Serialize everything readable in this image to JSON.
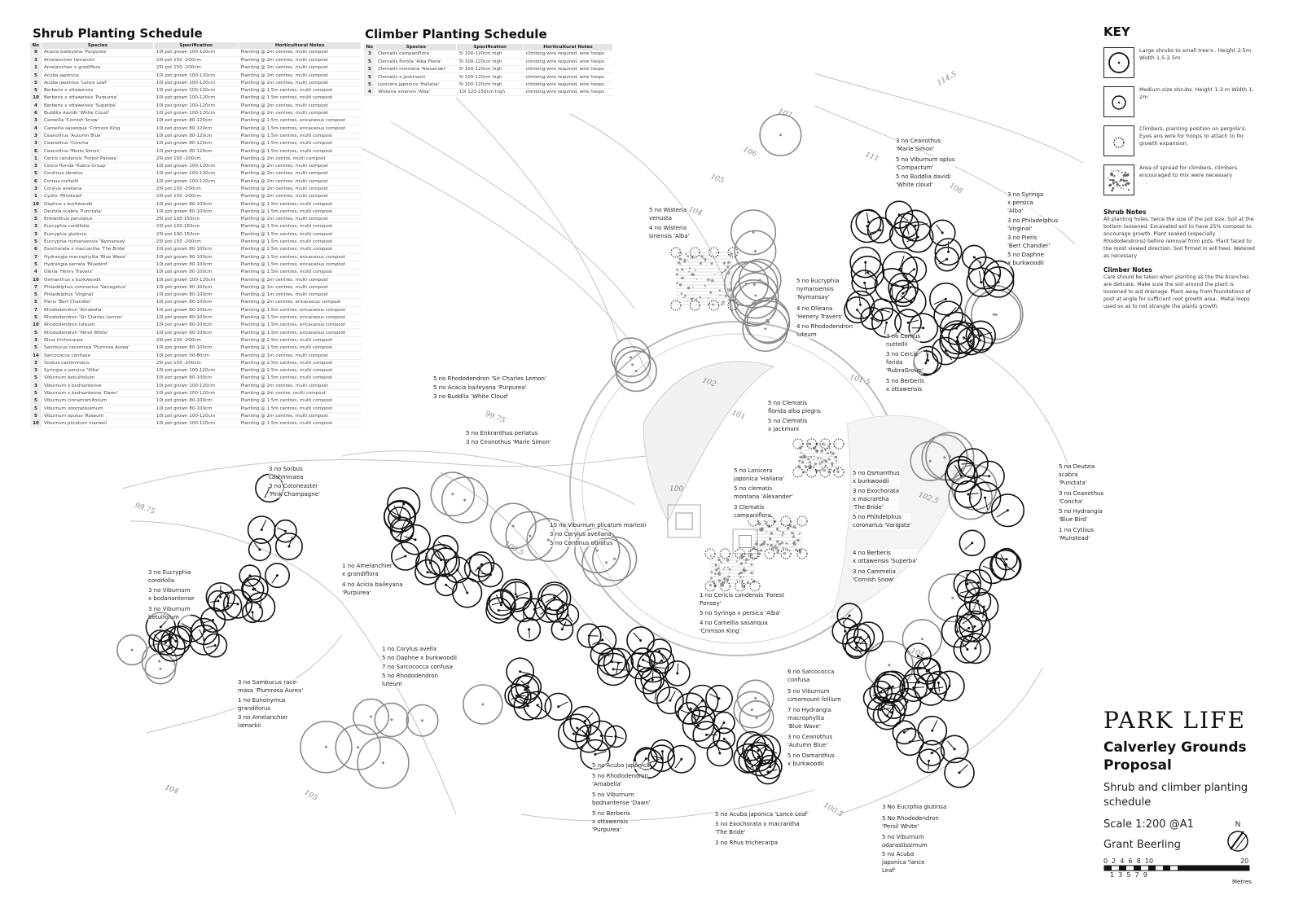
{
  "shrub_schedule": {
    "title": "Shrub  Planting Schedule",
    "columns": [
      "No",
      "Species",
      "Specification",
      "Horticultural Notes"
    ],
    "rows": [
      [
        "9",
        "Acacia baileyana 'Purpurea'",
        "10l pot grown 100-120cm",
        "Planting @ 2m centres, multi compost"
      ],
      [
        "3",
        "Amelanchier lamarckii",
        "25l pot 150 -200cm",
        "Planting @ 2m centres, multi compost"
      ],
      [
        "1",
        "Amelanchier x gradiflora",
        "25l pot 150 -200cm",
        "Planting @ 2m centres, multi compost"
      ],
      [
        "5",
        "Acuba japonica",
        "10l pot grown 100-120cm",
        "Planting @ 2m centres, multi compost"
      ],
      [
        "5",
        "Acuba japonica 'Lance Leaf'",
        "10l pot grown 100-120cm",
        "Planting @ 2m centres, multi compost"
      ],
      [
        "5",
        "Berberis x ottawensis",
        "10l pot grown 100-120cm",
        "Planting @ 1.5m centres, multi compost"
      ],
      [
        "10",
        "Berberis x ottawensis 'Purpurea'",
        "10l pot grown 100-120cm",
        "Planting @ 1.5m centres, multi compost"
      ],
      [
        "4",
        "Berberis x ottawensis 'Superba'",
        "10l pot grown 100-120cm",
        "Planting @ 2m centres, multi compost"
      ],
      [
        "6",
        "Buddlia davidii 'White Cloud'",
        "10l pot grown 100-120cm",
        "Planting @ 2m centres, multi compost"
      ],
      [
        "3",
        "Camellia 'Cornish Snow'",
        "10l pot grown 80-120cm",
        "Planting @ 1.5m centres, ericaceous compost"
      ],
      [
        "4",
        "Camellia sasanqua 'Crimson King",
        "10l pot grown 80-120cm",
        "Planting @ 1.5m centres, ericaceous compost"
      ],
      [
        "3",
        "Ceanothus 'Autumn Blue'",
        "10l pot grown 80-120cm",
        "Planting @ 1.5m centres, multi compost"
      ],
      [
        "3",
        "Ceanothus 'Concha",
        "10l pot grown 80-120cm",
        "Planting @ 1.5m centres, multi compost"
      ],
      [
        "6",
        "Ceanothus 'Marie Simon'",
        "10l pot grown 80-120cm",
        "Planting @ 1.5m centres, multi compost"
      ],
      [
        "1",
        "Cercis candensis 'Forest Pansey'",
        "25l pot 150 -200cm",
        "Planting @ 2m centre, multi compost"
      ],
      [
        "3",
        "Cercis florida 'Rubra Group'",
        "10l pot grown 100-120cm",
        "Planting @ 2m centres, multi compost"
      ],
      [
        "5",
        "Continus obratus",
        "10l pot grown 100-120cm",
        "Planting @ 2m centres, multi compost"
      ],
      [
        "6",
        "Cornus nuttellii",
        "10l pot grown 100-120cm",
        "Planting @ 2m centres, multi compost"
      ],
      [
        "3",
        "Corylus avellana",
        "25l pot 150 -200cm",
        "Planting @ 2m centres, multi compost"
      ],
      [
        "1",
        "Cystis 'Minstead'",
        "25l pot 150 -200cm",
        "Planting @ 2m centres, multi compost"
      ],
      [
        "10",
        "Daphne x burkwoodii",
        "10l pot grown 80-100cm",
        "Planting @ 1.5m centres, multi compost"
      ],
      [
        "5",
        "Deutzia scabra 'Punctata'",
        "10l pot grown 80-100cm",
        "Planting @ 1.5m centres, multi compost"
      ],
      [
        "5",
        "Enkianthus perulatus",
        "25l pot 100-150cm",
        "Planting @ 2m centres, multi compost"
      ],
      [
        "3",
        "Eucryphia cordifolia",
        "25l pot 100-150cm",
        "Planting @ 1.5m centres, multi compost"
      ],
      [
        "3",
        "Eucryphia glutinsa",
        "25l pot 100-150cm",
        "Planting @ 1.5m centres, multi compost"
      ],
      [
        "5",
        "Eucryphia nymansensis 'Nymansay'",
        "25l pot 150 -200cm",
        "Planting @ 1.5m centres, multi compost"
      ],
      [
        "6",
        "Exochorata x macrantha 'The Bride'",
        "10l pot grown 80-100cm",
        "Planting @ 2.5m centres, multi compost"
      ],
      [
        "7",
        "Hydrangia macrophyllia 'Blue Wave'",
        "10l pot grown 80-100cm",
        "Planting @ 1.5m centres, ericaceous compost"
      ],
      [
        "5",
        "Hydrangia serrata 'Bluebird'",
        "10l pot grown 80-100cm",
        "Planting @ 1.5m centres, ericaceous compost"
      ],
      [
        "4",
        "Oleria 'Henry Travers'",
        "10l pot grown 80-100cm",
        "Planting @ 1.5m centres, multi compost"
      ],
      [
        "10",
        "Osmanthus x burkwoodii",
        "10l pot grown 100-120cm",
        "Planting @ 2m centres, multi compost"
      ],
      [
        "7",
        "Philadelphus coronarius 'Variegatus'",
        "10l pot grown 80-100cm",
        "Planting @ 1m centres, multi compost"
      ],
      [
        "5",
        "Philadelphus 'Virginal'",
        "10l pot grown 80-100cm",
        "Planting @ 1m centres, multi compost"
      ],
      [
        "5",
        "Pieris 'Bert Chandler'",
        "10l pot grown 80-100cm",
        "Planting @ 2m centres, ericaceous compost"
      ],
      [
        "7",
        "Rhododendron 'Amabella'",
        "10l pot grown 80-100cm",
        "Planting @ 1.5m centres, ericaceous compost"
      ],
      [
        "5",
        "Rhododendron 'Sir Charles Lemon'",
        "10l pot grown 80-100cm",
        "Planting @ 1.5m centres, ericaceous compost"
      ],
      [
        "10",
        "Rhododendron luteum",
        "10l pot grown 80-100cm",
        "Planting @ 1.5m centres, ericaceous compost"
      ],
      [
        "5",
        "Rhododendron 'Persil White'",
        "10l pot grown 80-100cm",
        "Planting @ 1.5m centres, ericaceous compost"
      ],
      [
        "3",
        "Rhus trichocarpa",
        "25l pot 150 -200cm",
        "Planting @ 2.5m centres, multi compost"
      ],
      [
        "5",
        "Sambucus racemosa 'Plumosa Aurea'",
        "10l pot grown 80-100cm",
        "Planting @ 1.5m centres, multi compost"
      ],
      [
        "14",
        "Sarcococca confusia",
        "10l pot grown 50-80cm",
        "Planting @ 1m centres, multi compost"
      ],
      [
        "3",
        "Sorbus cashmiriana",
        "25l pot 150 -200cm",
        "Planting @ 2.5m centres, multi compost"
      ],
      [
        "3",
        "Syringia x persica \"Alba'",
        "10l pot grown 100-120cm",
        "Planting @ 2.5m centres, multi compost"
      ],
      [
        "5",
        "Viburnum betulifolium",
        "10l pot grown 80-100cm",
        "Planting @ 1.5m centres, multi compost"
      ],
      [
        "3",
        "Viburnum x bodnantense",
        "10l pot grown 100-120cm",
        "Planting @ 2m centres, multi compost"
      ],
      [
        "5",
        "Viburnum x bodnantense 'Dawn'",
        "10l pot grown 100-120cm",
        "Planting @ 2m centre, multi compost"
      ],
      [
        "5",
        "Viburnum cinnamomifolium",
        "10l pot grown 80-100cm",
        "Planting @ 1.5m centres, multi compost"
      ],
      [
        "5",
        "Viburnum odorratissimum",
        "10l pot grown 80-100cm",
        "Planting @ 1.5m centres, multi compost"
      ],
      [
        "5",
        "Viburnum opulus 'Roseum'",
        "10l pot grown 100-120cm",
        "Planting @ 2m centres, multi compost"
      ],
      [
        "10",
        "Viburnum plicatum mariesii",
        "10l pot grown 100-120cm",
        "Planting @ 1.5m centres, multi compost"
      ]
    ]
  },
  "climber_schedule": {
    "title": "Climber Planting Schedule",
    "columns": [
      "No",
      "Species",
      "Specification",
      "Horticultural Notes"
    ],
    "rows": [
      [
        "3",
        "Clematis campaniflora",
        "5l 100-120cm high",
        "climbing wire required, wire hoops"
      ],
      [
        "5",
        "Clematis florida 'Alba Plena'",
        "5l 100-120cm high",
        "climbing wire required, wire hoops"
      ],
      [
        "5",
        "Clematis montana 'Alexander'",
        "5l 100-120cm high",
        "climbing wire required, wire hoops"
      ],
      [
        "5",
        "Clematis x jackmanii",
        "5l 100-120cm high",
        "climbing wire required, wire hoops"
      ],
      [
        "5",
        "Lonicera japonica 'Hallana'",
        "5l 100-120cm high",
        "climbing wire required, wire hoops"
      ],
      [
        "4",
        "Wisteria sinensis 'Alba'",
        "10l 120-150cm high",
        "climbing wire required, wire hoops"
      ]
    ]
  },
  "key": {
    "title": "KEY",
    "items": [
      {
        "icon": "large-shrub-circle-icon",
        "text": "Large shrubs to small tree's . Height 2-5m Width 1.5-2.5m"
      },
      {
        "icon": "medium-shrub-circle-icon",
        "text": "Medium  size shrubs.  Height  1-2.m Width 1-2m"
      },
      {
        "icon": "climber-dotted-circle-icon",
        "text": "Climbers, planting position on pergola's. Eyes ans wire for hoops to attach to for growth expansion."
      },
      {
        "icon": "climber-spread-texture-icon",
        "text": "Area of spread for climbers, climbers encouraged to mix were necessary"
      }
    ],
    "shrub_notes_title": "Shrub Notes",
    "shrub_notes": "All planting holes, twice the size of the pot size. Soil at the bottom loosened. Excavated soil to have 25% compost to encourage growth. Plant soaked (especially Rhododendrons) before removal from pots. Plant faced to the most viewed direction. Soil firmed in will heel. Watered as necessary",
    "climber_notes_title": "Climber Notes",
    "climber_notes": "Care should be taken when planting as the the branches are delicate. Make sure the soil around the plant is loosened to aid drainage. Plant away from foundations of post at angle for sufficient root growth area.. Metal loops used so as to not strangle the plants growth."
  },
  "title_block": {
    "logo": "PARK LIFE",
    "project": "Calverley Grounds Proposal",
    "drawing": "Shrub and climber planting schedule",
    "scale": "Scale 1:200 @A1",
    "author": "Grant Beerling",
    "north": "N",
    "scale_bar_top": "0  2  4  6  8  10",
    "scale_bar_end": "20",
    "scale_bar_bottom": "1  3  5  7  9",
    "scale_bar_unit": "Metres"
  },
  "annotations": [
    "5 no Wisteria\nvenusta",
    "4 no Wisteria\nsinensis 'Alba'",
    "3 no Ceanothus\n'Marie Simon'",
    "5 no Viburnum oplus\n'Compactum'",
    "5 no Buddlia davidi\n'White cloud'",
    "3 no Syringa\nx persica\n'Alba'",
    "3 no Philadelphus\n'Virginal'",
    "3 no Pieris\n'Bert Chandler'",
    "5 no Daphne\nx burkwoodii",
    "5 no Eucryphia\nnymansensis\n'Nymansay'",
    "4 no Olleana\n'Henery Travers'",
    "4 no  Rhododendron\nluteum",
    "3 no Cornus\nnuttellii",
    "3 no Cercis\nforida\n'RubraGroup'",
    "5 no Berberis\nx ottawensis",
    "5 no Rhododendron 'Sir Charles Lemon'",
    "5 no Acacia baileyana 'Purpurea'",
    "3 no Buddlia 'White Cloud'",
    "5 no Enkranthus perlatus",
    "3 no Ceanothus 'Marie Simon'",
    "5 no Clematis\nflorida alba plegns",
    "5 no Clematis\nx jackmoni",
    "5 no Lonicera\njaponica 'Hallana'",
    "5 no clematis\nmontana 'Alexander'",
    "3 Clematis\ncampaniflora",
    "5 no Osmanthus\nx burkwoodii",
    "3 no Exochorata\nx macrantha\n'The Bride'",
    "5 no Philidelphus\ncoronarius 'Varigata'",
    "5 no Deutzia\nscabra\n'Punctata'",
    "3 no Ceanothus\n'Concha'",
    "5 no Hydrangia\n'Blue Bird'",
    "1 no Cytisus\n'Munstead'",
    "4 no Berberis\nx ottawensis 'Superba'",
    "3 no Cammelia\n'Cornish Snow'",
    "10 no Viburnum plicatum mariesii",
    "3 no Corylus avellana",
    "5 no Continus obratus",
    "3 no Sorbus\ncashminaea",
    "3 no Cotoneaster\n'Pink Champagne'",
    "1 no Amelanchier\nx grandiflora",
    "4 no Acicia baileyana\n'Purpurea'",
    "3 no Eucryphia\ncordifolia",
    "3 no Viburnum\nx bodanantense",
    "3 no Viburnum\nbetuifolum",
    "3 no Sambucus race-\nmasa 'Plumrosa Aurea'",
    "1 no Eunonymus\ngrandiforus",
    "3 no Amelanchier\nlamarkii",
    "1 no Cericis candensis 'Forest\nPansey'",
    "5 no Syringa x persica 'Alba'",
    "4 no Camellia sasanqua\n'Crimson King'",
    "1 no Corylus avella",
    "5 no Daphne x burkwoodii",
    "7 no Sarcococca confusa",
    "5 no Rhododendron\nluteum",
    "6 no Sarcococca\nconfusa",
    "5 no Viburnum\ncimomount follium",
    "7 no Hydrangia\nmacrophyllia\n'Blue Wave'",
    "3 no Ceanothus\n'Autumn Blue'",
    "5 no Osmanthus\nx burkwoodii",
    "5 no Acuba japonica",
    "5 no Rhododendron\n'Amabella'",
    "5 no Viburnum\nbodnantense 'Dawn'",
    "5 no Berberis\nx ottawensis\n'Purpurea'",
    "5 no Acuba japonica 'Lance Leaf'",
    "3 no Exochorata x macrantha\n'The Bride'",
    "3 no Rhus trichecarpa",
    "3 No Eucrphia glutinsa",
    "5 No Rhododendron\n'Persil White'",
    "5 no Viburnum\nodarastissimum",
    "5 no Acuba\njaponica 'lance\nLeaf'"
  ],
  "contour_labels": [
    "114.5",
    "107",
    "106",
    "105",
    "104",
    "102",
    "101",
    "100",
    "99.75",
    "101.5",
    "102.5",
    "100.5",
    "108",
    "111",
    "104",
    "105",
    "100.5",
    "99.75",
    "104"
  ],
  "colors": {
    "ink": "#111111",
    "grey_circle": "#8a8a8a",
    "contour": "#b5b5b5",
    "header": "#e4e4e4"
  }
}
